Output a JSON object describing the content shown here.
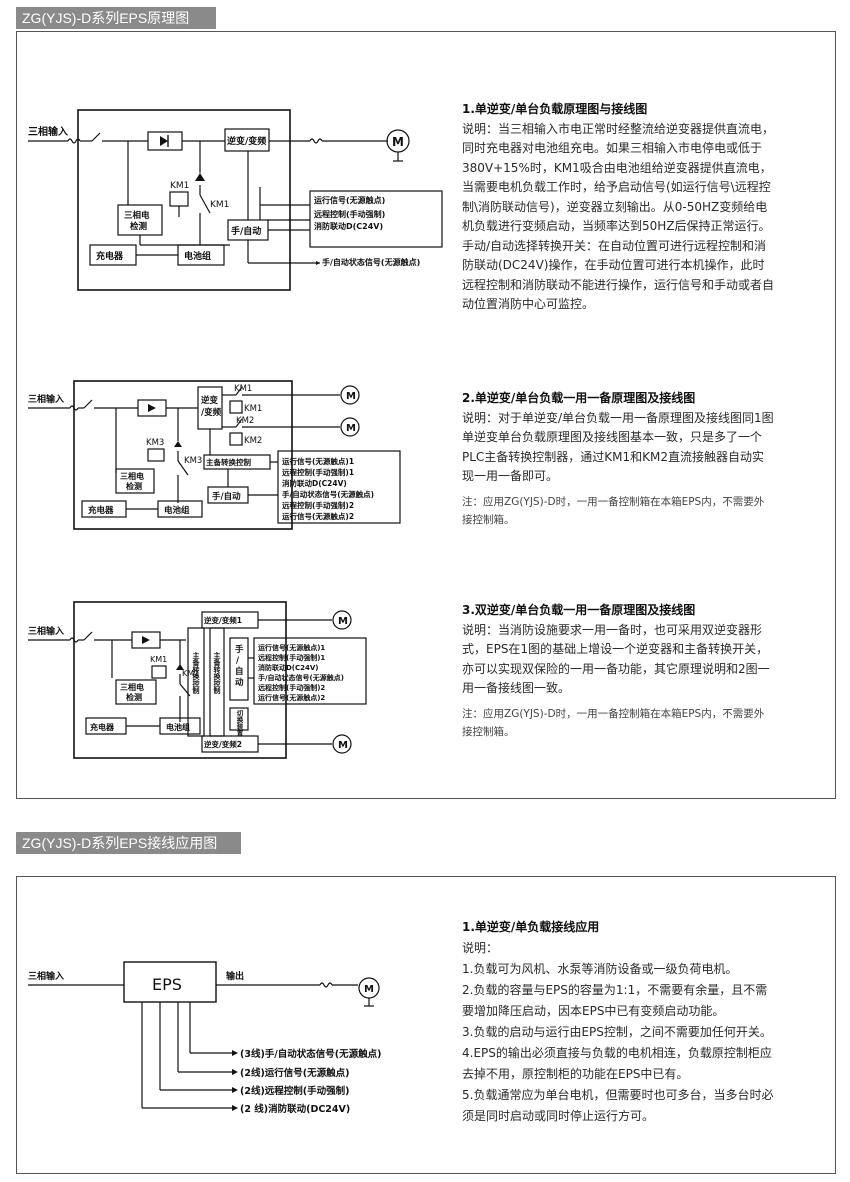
{
  "sections": [
    {
      "header": "ZG(YJS)-D系列EPS原理图"
    },
    {
      "header": "ZG(YJS)-D系列EPS接线应用图"
    }
  ],
  "d1": {
    "input": "三相输入",
    "inverter": "逆变/变频",
    "motor": "M",
    "km1": "KM1",
    "km1b": "KM1",
    "detect": "三相电\n检测",
    "manual": "手/自动",
    "charger": "充电器",
    "battery": "电池组",
    "sig1": "运行信号(无源触点)",
    "sig2": "远程控制(手动强制)",
    "sig3": "消防联动D(C24V)",
    "sig4": "手/自动状态信号(无源触点)"
  },
  "t1": {
    "title": "1.单逆变/单台负载原理图与接线图",
    "body": "说明：当三相输入市电正常时经整流给逆变器提供直流电，同时充电器对电池组充电。如果三相输入市电停电或低于380V+15%时，KM1吸合由电池组给逆变器提供直流电，当需要电机负载工作时，给予启动信号(如运行信号\\远程控制\\消防联动信号)，逆变器立刻输出。从0-50HZ变频给电机负载进行变频启动，当频率达到50HZ后保持正常运行。手动/自动选择转换开关：在自动位置可进行远程控制和消防联动(DC24V)操作，在手动位置可进行本机操作，此时远程控制和消防联动不能进行操作，运行信号和手动或者自动位置消防中心可监控。"
  },
  "d2": {
    "input": "三相输入",
    "inverter": "逆变\n/变频",
    "km1": "KM1",
    "km2": "KM2",
    "km1c": "KM1",
    "km2c": "KM2",
    "km3": "KM3",
    "km3b": "KM3",
    "motor": "M",
    "detect": "三相电\n检测",
    "plc": "主备转换控制",
    "manual": "手/自动",
    "charger": "充电器",
    "battery": "电池组",
    "sig1": "运行信号(无源触点)1",
    "sig2": "远程控制(手动强制)1",
    "sig3": "消防联动D(C24V)",
    "sig4": "手/自动状态信号(无源触点)",
    "sig5": "远程控制(手动强制)2",
    "sig6": "运行信号(无源触点)2"
  },
  "t2": {
    "title": "2.单逆变/单台负载一用一备原理图及接线图",
    "body": "说明：对于单逆变/单台负载一用一备原理图及接线图同1图单逆变单台负载原理图及接线图基本一致，只是多了一个PLC主备转换控制器，通过KM1和KM2直流接触器自动实现一用一备即可。",
    "note": "注：应用ZG(YJS)-D时，一用一备控制箱在本箱EPS内，不需要外接控制箱。"
  },
  "d3": {
    "input": "三相输入",
    "inv1": "逆变/变频1",
    "inv2": "逆变/变频2",
    "km1": "KM1",
    "km1b": "KM1",
    "motor": "M",
    "detect": "三相电\n检测",
    "ctrl1": "主备转换控制",
    "ctrl2": "主备转换控制",
    "manual": "手\n/\n自\n动",
    "switch": "切换装置",
    "charger": "充电器",
    "battery": "电池组",
    "sig1": "运行信号(无源触点)1",
    "sig2": "远程控制(手动强制)1",
    "sig3": "消防联动D(C24V)",
    "sig4": "手/自动状态信号(无源触点)",
    "sig5": "远程控制(手动强制)2",
    "sig6": "运行信号(无源触点)2"
  },
  "t3": {
    "title": "3.双逆变/单台负载一用一备原理图及接线图",
    "body": "说明：当消防设施要求一用一备时，也可采用双逆变器形式，EPS在1图的基础上增设一个逆变器和主备转换开关，亦可以实现双保险的一用一备功能，其它原理说明和2图一用一备接线图一致。",
    "note": "注：应用ZG(YJS)-D时，一用一备控制箱在本箱EPS内，不需要外接控制箱。"
  },
  "d4": {
    "input": "三相输入",
    "eps": "EPS",
    "output": "输出",
    "motor": "M",
    "sig1": "(3线)手/自动状态信号(无源触点)",
    "sig2": "(2线)运行信号(无源触点)",
    "sig3": "(2线)远程控制(手动强制)",
    "sig4": "(2 线)消防联动(DC24V)"
  },
  "t4": {
    "title": "1.单逆变/单负载接线应用",
    "label": "说明：",
    "items": [
      "1.负载可为风机、水泵等消防设备或一级负荷电机。",
      "2.负载的容量与EPS的容量为1:1，不需要有余量，且不需要增加降压启动，因本EPS中已有变频启动功能。",
      "3.负载的启动与运行由EPS控制，之间不需要加任何开关。",
      "4.EPS的输出必须直接与负载的电机相连，负载原控制柜应去掉不用，原控制柜的功能在EPS中已有。",
      "5.负载通常应为单台电机，但需要时也可多台，当多台时必须是同时启动或同时停止运行方可。"
    ]
  }
}
